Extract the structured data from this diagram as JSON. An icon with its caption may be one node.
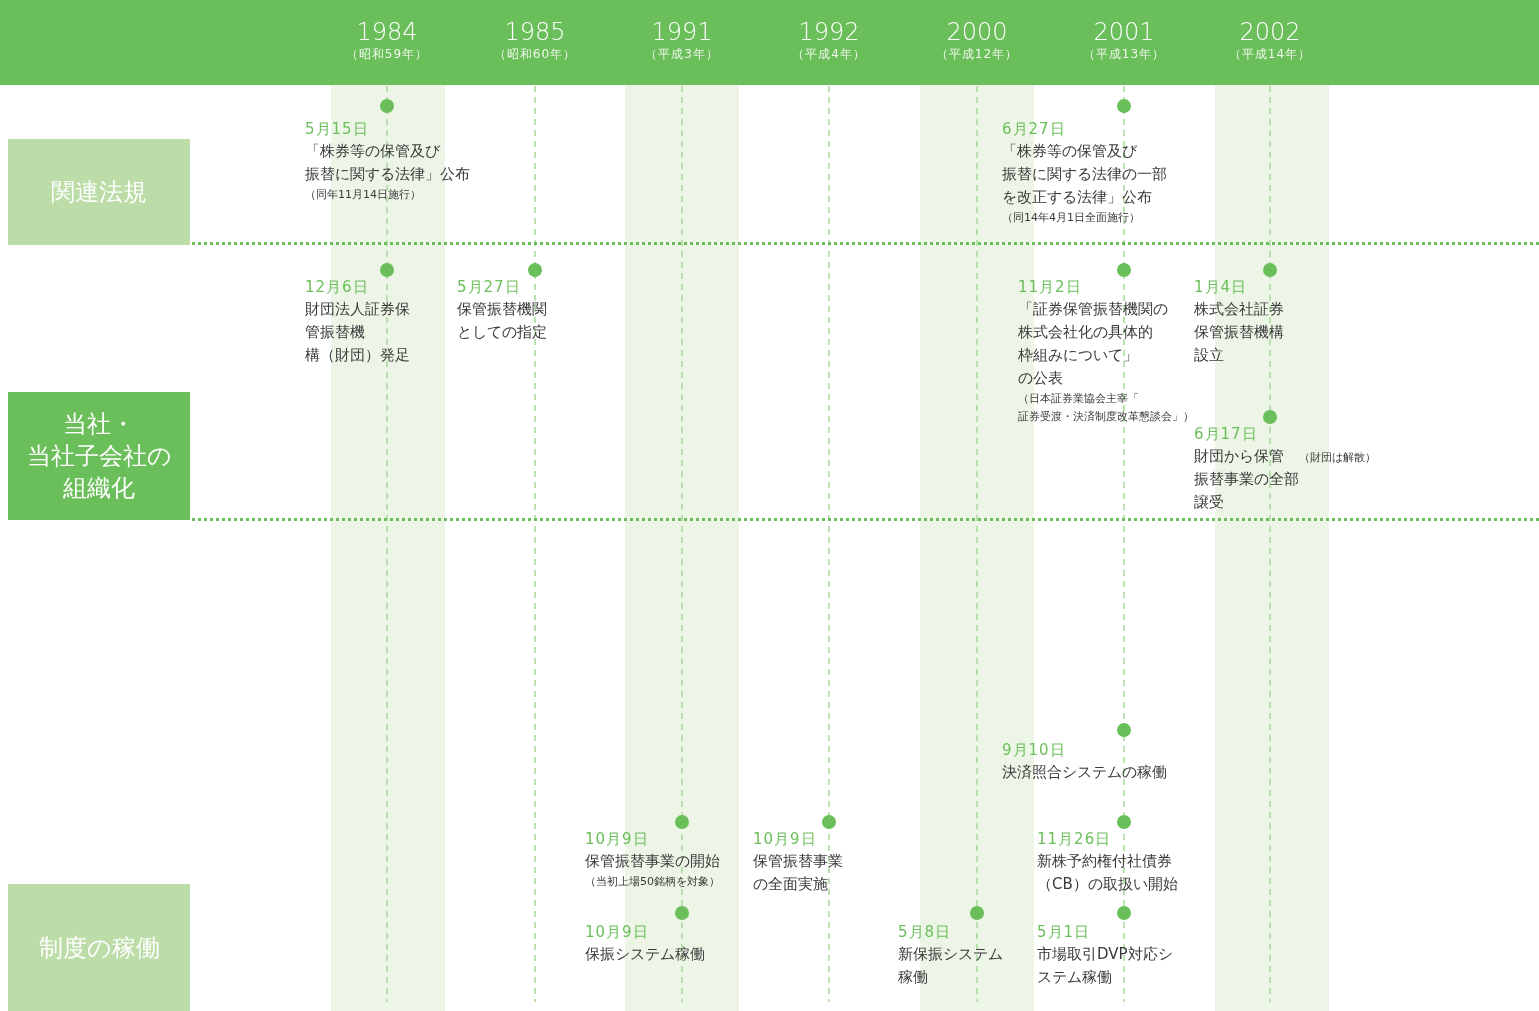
{
  "diagram": {
    "nodes": [
      {
        "text": [
          "関連法規"
        ]
      },
      {
        "text": [
          "当社・当社子会社の組織化"
        ]
      },
      {
        "text": [
          "制度の稼働"
        ]
      }
    ],
    "labels": [
      "1984",
      "（昭和59年）",
      "1985",
      "（昭和60年）",
      "1991",
      "（平成3年）",
      "1992",
      "（平成4年）",
      "2000",
      "（平成12年）",
      "2001",
      "（平成13年）",
      "2002",
      "（平成14年）",
      "5月15日",
      "「株券等の保管及び振替に関する法律」公布",
      "（同年11月14日施行）",
      "6月27日",
      "「株券等の保管及び振替に関する法律の一部を改正する法律」公布",
      "（同14年4月1日全面施行）",
      "12月6日",
      "財団法人証券保管振替機構（財団）発足",
      "5月27日",
      "保管振替機関としての指定",
      "11月2日",
      "「証券保管振替機関の株式会社化の具体的枠組みについて」の公表",
      "（日本証券業協会主宰「証券受渡・決済制度改革懇談会」）",
      "1月4日",
      "株式会社証券保管振替機構設立",
      "6月17日",
      "財団から保管振替事業の全部譲受",
      "（財団は解散）",
      "9月10日",
      "決済照合システムの稼働",
      "10月9日",
      "保管振替事業の開始",
      "（当初上場50銘柄を対象）",
      "10月9日",
      "保管振替事業の全面実施",
      "11月26日",
      "新株予約権付社債券（CB）の取扱い開始",
      "10月9日",
      "保振システム稼働",
      "5月8日",
      "新保振システム稼働",
      "5月1日",
      "市場取引DVP対応システム稼働"
    ]
  }
}
